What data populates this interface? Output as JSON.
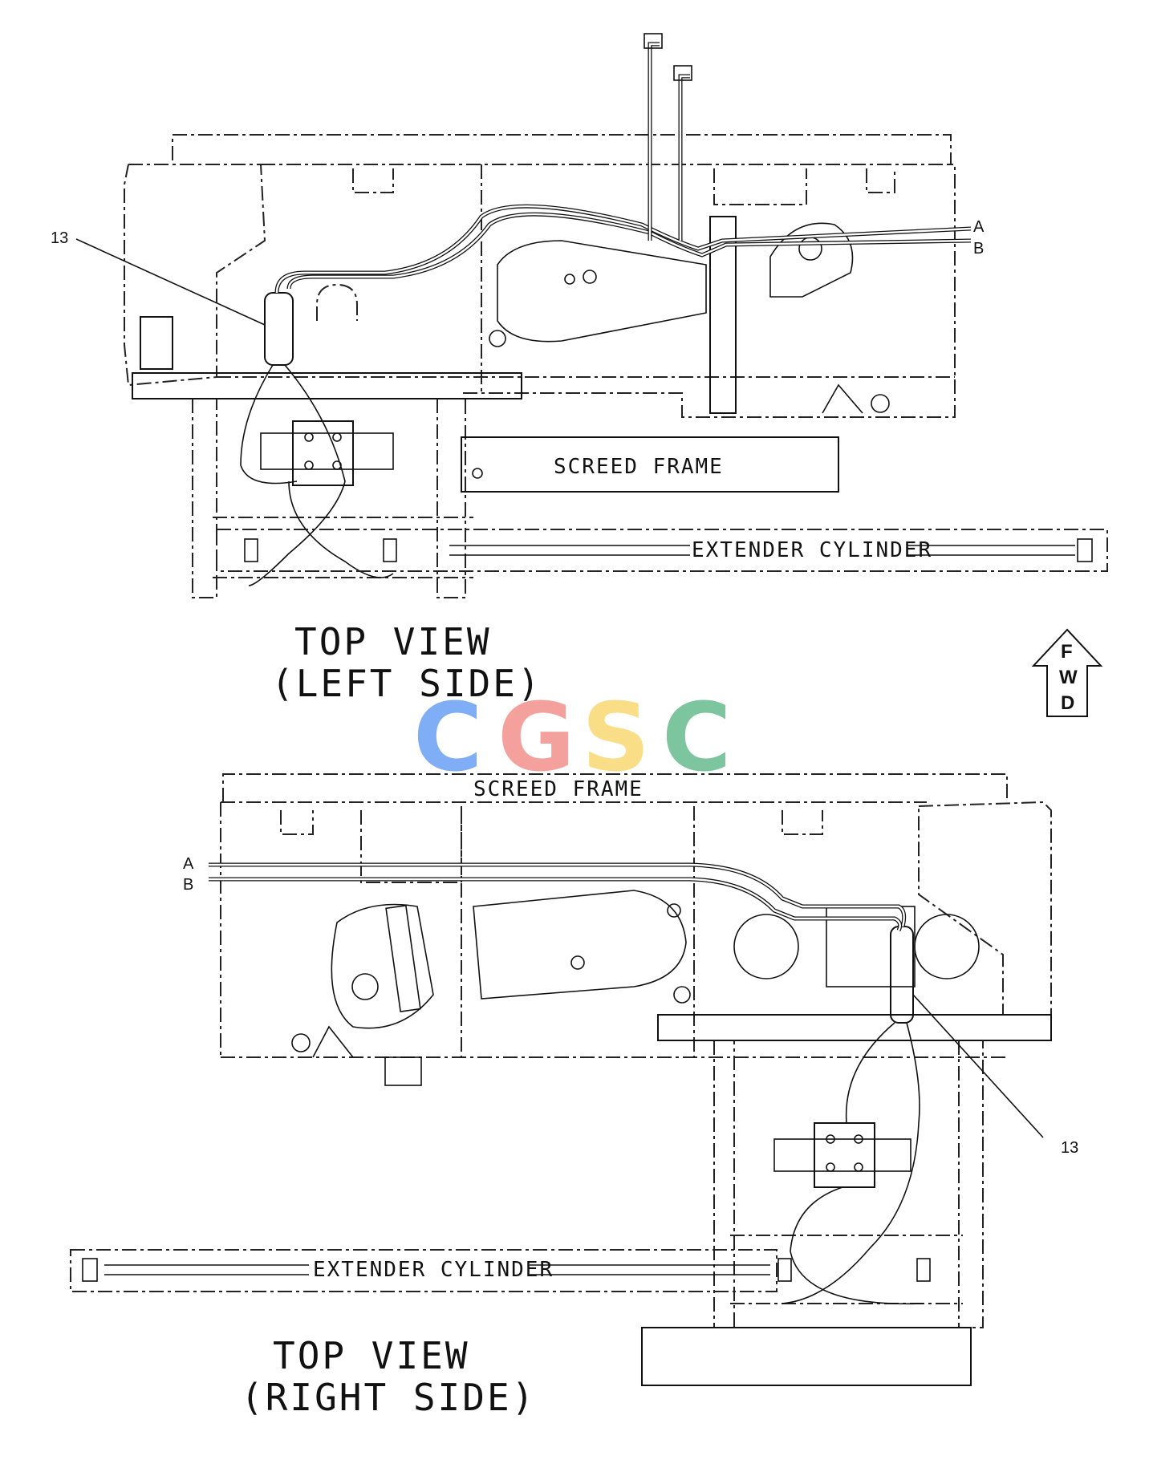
{
  "top_left_view": {
    "title_line1": "TOP VIEW",
    "title_line2": "(LEFT SIDE)",
    "screed_frame": "SCREED FRAME",
    "extender_cylinder": "EXTENDER CYLINDER",
    "callout_13": "13",
    "line_a": "A",
    "line_b": "B"
  },
  "top_right_view": {
    "title_line1": "TOP VIEW",
    "title_line2": "(RIGHT SIDE)",
    "screed_frame": "SCREED FRAME",
    "extender_cylinder": "EXTENDER CYLINDER",
    "callout_13": "13",
    "line_a": "A",
    "line_b": "B"
  },
  "fwd_arrow": {
    "letters": [
      "F",
      "W",
      "D"
    ]
  },
  "watermark": {
    "letters": [
      "C",
      "G",
      "S",
      "C"
    ],
    "colors": [
      "#4f8ff5",
      "#f07e78",
      "#f8d25a",
      "#4caf7a"
    ]
  }
}
